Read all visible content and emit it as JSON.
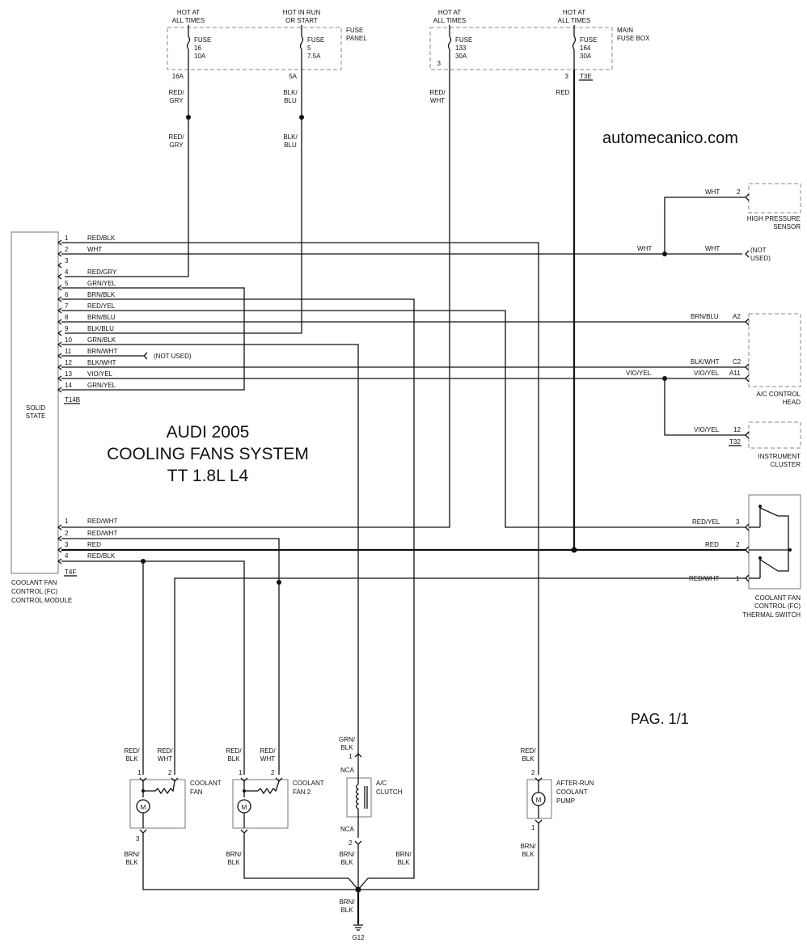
{
  "website": "automecanico.com",
  "title_lines": [
    "AUDI 2005",
    "COOLING FANS SYSTEM",
    "TT 1.8L L4"
  ],
  "page": "PAG. 1/1",
  "fuse_panel": {
    "label": [
      "FUSE",
      "PANEL"
    ],
    "fuses": [
      {
        "hot": [
          "HOT AT",
          "ALL TIMES"
        ],
        "lines": [
          "FUSE",
          "16",
          "10A"
        ],
        "pin": "16A",
        "wire_top": [
          "RED/",
          "GRY"
        ],
        "wire_bottom": [
          "RED/",
          "GRY"
        ]
      },
      {
        "hot": [
          "HOT IN RUN",
          "OR START"
        ],
        "lines": [
          "FUSE",
          "5",
          "7.5A"
        ],
        "pin": "5A",
        "wire_top": [
          "BLK/",
          "BLU"
        ],
        "wire_bottom": [
          "BLK/",
          "BLU"
        ]
      }
    ]
  },
  "main_fuse_box": {
    "label": [
      "MAIN",
      "FUSE BOX"
    ],
    "fuses": [
      {
        "hot": [
          "HOT AT",
          "ALL TIMES"
        ],
        "lines": [
          "FUSE",
          "133",
          "30A"
        ],
        "pin": "3",
        "wire": [
          "RED/",
          "WHT"
        ]
      },
      {
        "hot": [
          "HOT AT",
          "ALL TIMES"
        ],
        "lines": [
          "FUSE",
          "164",
          "30A"
        ],
        "pin": "3",
        "connector": "T3E",
        "wire": [
          "RED"
        ]
      }
    ]
  },
  "control_module": {
    "inner": [
      "SOLID",
      "STATE"
    ],
    "name": [
      "COOLANT FAN",
      "CONTROL (FC)",
      "CONTROL MODULE"
    ],
    "t14b_label": "T14B",
    "t4f_label": "T4F",
    "t14b_pins": [
      {
        "pin": "1",
        "wire": "RED/BLK"
      },
      {
        "pin": "2",
        "wire": "WHT"
      },
      {
        "pin": "3",
        "wire": ""
      },
      {
        "pin": "4",
        "wire": "RED/GRY"
      },
      {
        "pin": "5",
        "wire": "GRN/YEL"
      },
      {
        "pin": "6",
        "wire": "BRN/BLK"
      },
      {
        "pin": "7",
        "wire": "RED/YEL"
      },
      {
        "pin": "8",
        "wire": "BRN/BLU"
      },
      {
        "pin": "9",
        "wire": "BLK/BLU"
      },
      {
        "pin": "10",
        "wire": "GRN/BLK"
      },
      {
        "pin": "11",
        "wire": "BRN/WHT"
      },
      {
        "pin": "12",
        "wire": "BLK/WHT"
      },
      {
        "pin": "13",
        "wire": "VIO/YEL"
      },
      {
        "pin": "14",
        "wire": "GRN/YEL"
      }
    ],
    "not_used": "(NOT USED)",
    "t4f_pins": [
      {
        "pin": "1",
        "wire": "RED/WHT"
      },
      {
        "pin": "2",
        "wire": "RED/WHT"
      },
      {
        "pin": "3",
        "wire": "RED"
      },
      {
        "pin": "4",
        "wire": "RED/BLK"
      }
    ]
  },
  "high_pressure_sensor": {
    "name": [
      "HIGH PRESSURE",
      "SENSOR"
    ],
    "wire": "WHT",
    "pin": "2"
  },
  "not_used_branch": {
    "wire_left": "WHT",
    "wire_right": "WHT",
    "label": [
      "(NOT",
      "USED)"
    ]
  },
  "ac_control_head": {
    "name": [
      "A/C CONTROL",
      "HEAD"
    ],
    "pins": [
      {
        "wire": "BRN/BLU",
        "pin": "A2"
      },
      {
        "wire": "BLK/WHT",
        "pin": "C2"
      },
      {
        "wire": "VIO/YEL",
        "pin": "A11"
      }
    ],
    "splice_wire": "VIO/YEL"
  },
  "instrument_cluster": {
    "name": [
      "INSTRUMENT",
      "CLUSTER"
    ],
    "wire": "VIO/YEL",
    "pin": "12",
    "connector": "T32"
  },
  "thermal_switch": {
    "name": [
      "COOLANT FAN",
      "CONTROL (FC)",
      "THERMAL SWITCH"
    ],
    "pins": [
      {
        "wire": "RED/YEL",
        "pin": "3"
      },
      {
        "wire": "RED",
        "pin": "2"
      },
      {
        "wire": "RED/WHT",
        "pin": "1"
      }
    ]
  },
  "coolant_fan": {
    "name": [
      "COOLANT",
      "FAN"
    ],
    "wire_left": [
      "RED/",
      "BLK"
    ],
    "wire_right": [
      "RED/",
      "WHT"
    ],
    "pin_left": "1",
    "pin_right": "2",
    "pin_bottom": "3",
    "ground_wire": [
      "BRN/",
      "BLK"
    ],
    "motor": "M"
  },
  "coolant_fan_2": {
    "name": [
      "COOLANT",
      "FAN 2"
    ],
    "wire_left": [
      "RED/",
      "BLK"
    ],
    "wire_right": [
      "RED/",
      "WHT"
    ],
    "pin_left": "1",
    "pin_right": "2",
    "ground_wire": [
      "BRN/",
      "BLK"
    ],
    "motor": "M"
  },
  "ac_clutch": {
    "name": [
      "A/C",
      "CLUTCH"
    ],
    "wire_top": [
      "GRN/",
      "BLK"
    ],
    "pin_top": "1",
    "nca_top": "NCA",
    "pin_bottom": "2",
    "nca_bottom": "NCA",
    "wire_bottom": [
      "BRN/",
      "BLK"
    ]
  },
  "coolant_pump": {
    "name": [
      "AFTER-RUN",
      "COOLANT",
      "PUMP"
    ],
    "wire_top": [
      "RED/",
      "BLK"
    ],
    "pin_top": "2",
    "pin_bottom": "1",
    "wire_bottom": [
      "BRN/",
      "BLK"
    ],
    "motor": "M"
  },
  "ground": {
    "brn_blk_right": [
      "BRN/",
      "BLK"
    ],
    "wire_down": [
      "BRN/",
      "BLK"
    ],
    "label": "G12"
  }
}
